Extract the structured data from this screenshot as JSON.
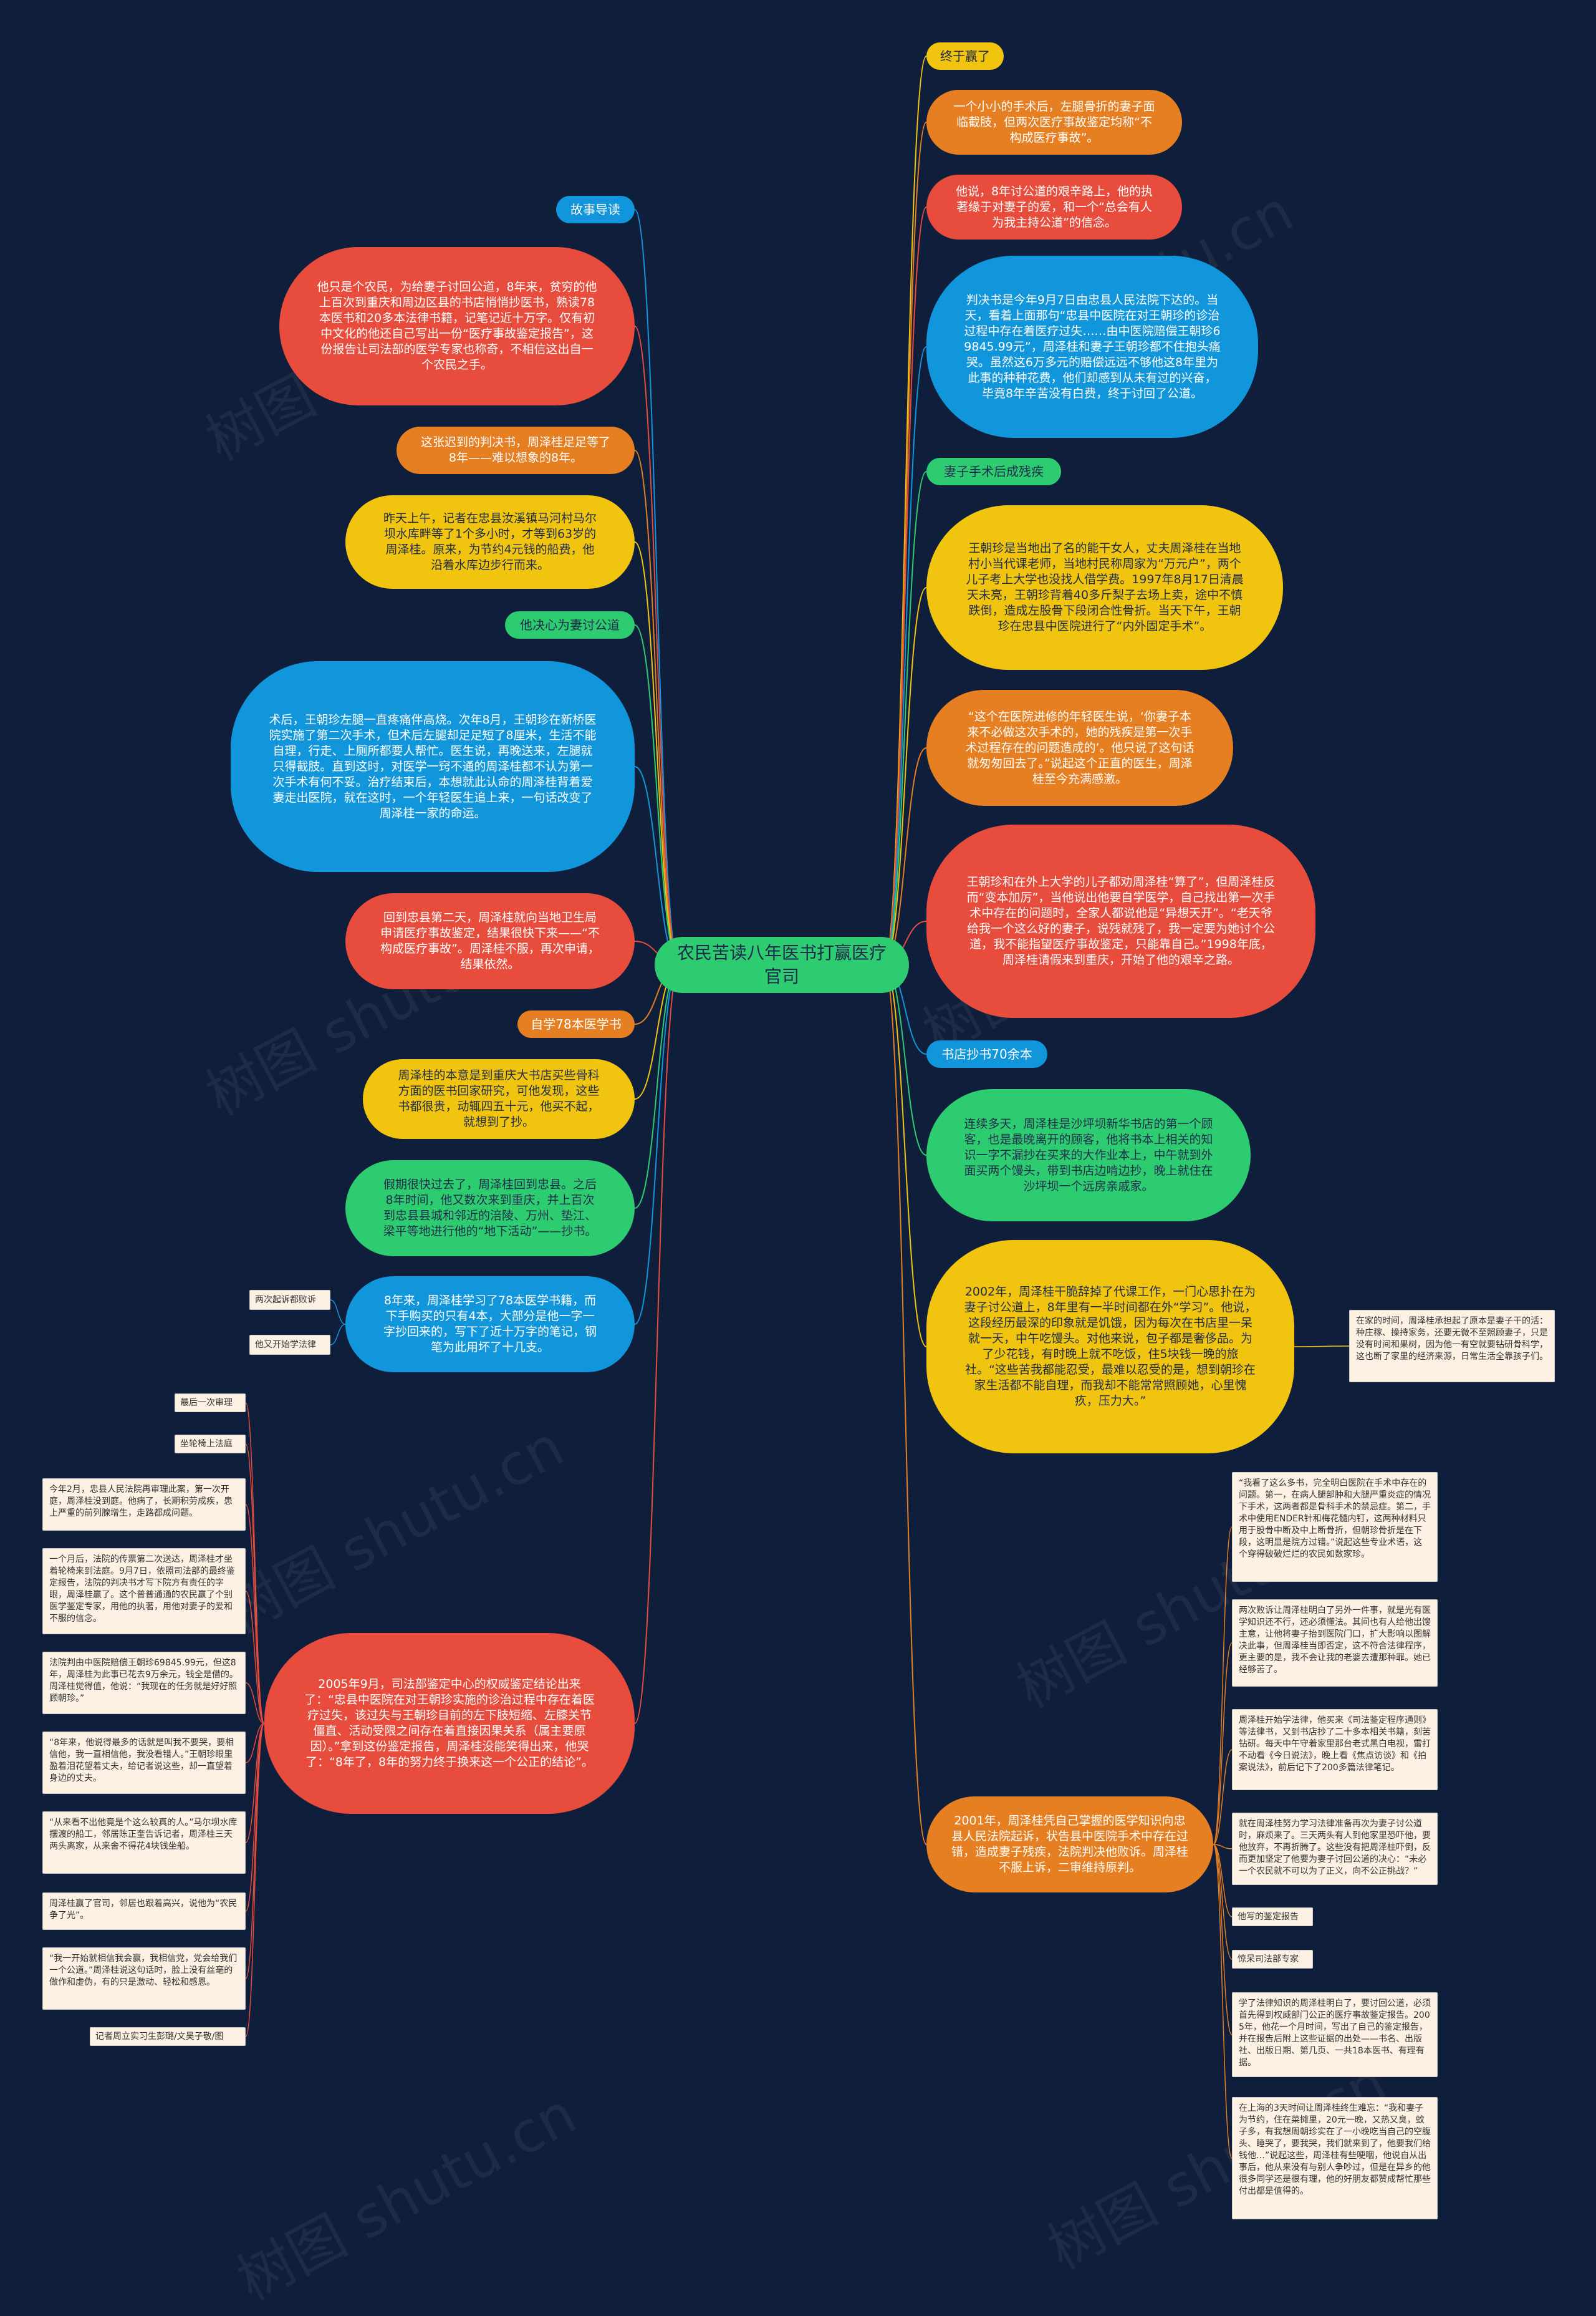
{
  "root": "农民苦读八年医书打赢医疗官司",
  "watermark": "树图 shutu.cn",
  "labels": {
    "story": "故事导读",
    "wife_disabled": "妻子手术后成残疾",
    "he_decided": "他决心为妻讨公道",
    "self_study": "自学78本医学书",
    "copy_70": "书店抄书70余本",
    "two_cases": "两次起诉都败诉",
    "study_law": "他又开始学法律",
    "final_win": "终于赢了"
  },
  "bubbles": {
    "r_final_win": "终于赢了",
    "r1": "一个小小的手术后，左腿骨折的妻子面临截肢，但两次医疗事故鉴定均称“不构成医疗事故”。",
    "r2": "他说，8年讨公道的艰辛路上，他的执著缘于对妻子的爱，和一个“总会有人为我主持公道”的信念。",
    "r3": "判决书是今年9月7日由忠县人民法院下达的。当天，看着上面那句“忠县中医院在对王朝珍的诊治过程中存在着医疗过失……由中医院赔偿王朝珍69845.99元”，周泽桂和妻子王朝珍都不住抱头痛哭。虽然这6万多元的赔偿远远不够他这8年里为此事的种种花费，他们却感到从未有过的兴奋，毕竟8年辛苦没有白费，终于讨回了公道。",
    "r4": "王朝珍是当地出了名的能干女人，丈夫周泽桂在当地村小当代课老师，当地村民称周家为“万元户”，两个儿子考上大学也没找人借学费。1997年8月17日清晨天未亮，王朝珍背着40多斤梨子去场上卖，途中不慎跌倒，造成左股骨下段闭合性骨折。当天下午，王朝珍在忠县中医院进行了“内外固定手术”。",
    "r5": "“这个在医院进修的年轻医生说，‘你妻子本来不必做这次手术的，她的残疾是第一次手术过程存在的问题造成的’。他只说了这句话就匆匆回去了。”说起这个正直的医生，周泽桂至今充满感激。",
    "r6": "王朝珍和在外上大学的儿子都劝周泽桂“算了”，但周泽桂反而“变本加厉”，当他说出他要自学医学，自己找出第一次手术中存在的问题时，全家人都说他是“异想天开”。“老天爷给我一个这么好的妻子，说残就残了，我一定要为她讨个公道，我不能指望医疗事故鉴定，只能靠自己。”1998年底，周泽桂请假来到重庆，开始了他的艰辛之路。",
    "r7": "连续多天，周泽桂是沙坪坝新华书店的第一个顾客，也是最晚离开的顾客，他将书本上相关的知识一字不漏抄在买来的大作业本上，中午就到外面买两个馒头，带到书店边啃边抄，晚上就住在沙坪坝一个远房亲戚家。",
    "r8": "2002年，周泽桂干脆辞掉了代课工作，一门心思扑在为妻子讨公道上，8年里有一半时间都在外“学习”。他说，这段经历最深的印象就是饥饿，因为每次在书店里一呆就一天，中午吃馒头。对他来说，包子都是奢侈品。为了少花钱，有时晚上就不吃饭，住5块钱一晚的旅社。“这些苦我都能忍受，最难以忍受的是，想到朝珍在家生活都不能自理，而我却不能常常照顾她，心里愧疚，压力大。”",
    "r9": "2001年，周泽桂凭自己掌握的医学知识向忠县人民法院起诉，状告县中医院手术中存在过错，造成妻子残疾，法院判决他败诉。周泽桂不服上诉，二审维持原判。",
    "l1": "他只是个农民，为给妻子讨回公道，8年来，贫穷的他上百次到重庆和周边区县的书店悄悄抄医书，熟读78本医书和20多本法律书籍，记笔记近十万字。仅有初中文化的他还自己写出一份“医疗事故鉴定报告”，这份报告让司法部的医学专家也称奇，不相信这出自一个农民之手。",
    "l2": "这张迟到的判决书，周泽桂足足等了8年——难以想象的8年。",
    "l3": "昨天上午，记者在忠县汝溪镇马河村马尔坝水库畔等了1个多小时，才等到63岁的周泽桂。原来，为节约4元钱的船费，他沿着水库边步行而来。",
    "l4": "术后，王朝珍左腿一直疼痛伴高烧。次年8月，王朝珍在新桥医院实施了第二次手术，但术后左腿却足足短了8厘米，生活不能自理，行走、上厕所都要人帮忙。医生说，再晚送来，左腿就只得截肢。直到这时，对医学一窍不通的周泽桂都不认为第一次手术有何不妥。治疗结束后，本想就此认命的周泽桂背着爱妻走出医院，就在这时，一个年轻医生追上来，一句话改变了周泽桂一家的命运。",
    "l5": "回到忠县第二天，周泽桂就向当地卫生局申请医疗事故鉴定，结果很快下来——“不构成医疗事故”。周泽桂不服，再次申请，结果依然。",
    "l6": "周泽桂的本意是到重庆大书店买些骨科方面的医书回家研究，可他发现，这些书都很贵，动辄四五十元，他买不起，就想到了抄。",
    "l7": "假期很快过去了，周泽桂回到忠县。之后8年时间，他又数次来到重庆，并上百次到忠县县城和邻近的涪陵、万州、垫江、梁平等地进行他的“地下活动”——抄书。",
    "l8": "8年来，周泽桂学习了78本医学书籍，而下手购买的只有4本，大部分是他一字一字抄回来的，写下了近十万字的笔记，钢笔为此用坏了十几支。",
    "l9": "2005年9月，司法部鉴定中心的权威鉴定结论出来了：“忠县中医院在对王朝珍实施的诊治过程中存在着医疗过失，该过失与王朝珍目前的左下肢短缩、左膝关节僵直、活动受限之间存在着直接因果关系（属主要原因）。”拿到这份鉴定报告，周泽桂没能笑得出来，他哭了：“8年了，8年的努力终于换来这一个公正的结论”。"
  },
  "notes": {
    "n_home": "在家的时间，周泽桂承担起了原本是妻子干的活：种庄稼、操持家务，还要无微不至照顾妻子，只是没有时间和果树，因为他一有空就要钻研骨科学，这也断了家里的经济来源，日常生活全靠孩子们。",
    "rn1": "“我看了这么多书，完全明白医院在手术中存在的问题。第一，在病人腿部肿和大腿严重炎症的情况下手术，这两者都是骨科手术的禁忌症。第二，手术中使用ENDER针和梅花髓内钉，这两种材料只用于股骨中断及中上断骨折，但朝珍骨折是在下段，这明显是院方过错。”说起这些专业术语，这个穿得破破烂烂的农民如数家珍。",
    "rn2": "两次败诉让周泽桂明白了另外一件事，就是光有医学知识还不行，还必须懂法。其间也有人给他出馊主意，让他将妻子抬到医院门口，扩大影响以图解决此事，但周泽桂当即否定，这不符合法律程序，更主要的是，我不会让我的老婆去遭那种罪。她已经够苦了。",
    "rn3": "周泽桂开始学法律，他买来《司法鉴定程序通则》等法律书，又到书店抄了二十多本相关书籍，刻苦钻研。每天中午守着家里那台老式黑白电视，雷打不动看《今日说法》，晚上看《焦点访谈》和《拍案说法》，前后记下了200多篇法律笔记。",
    "rn4": "就在周泽桂努力学习法律准备再次为妻子讨公道时，麻烦来了。三天两头有人到他家里恐吓他，要他放弃，不再折腾了。这些没有把周泽桂吓倒，反而更加坚定了他要为妻子讨回公道的决心：“未必一个农民就不可以为了正义，向不公正挑战？”",
    "rn5": "他写的鉴定报告",
    "rn6": "惊呆司法部专家",
    "rn7": "学了法律知识的周泽桂明白了，要讨回公道，必须首先得到权威部门公正的医疗事故鉴定报告。2005年，他花一个月时间，写出了自己的鉴定报告，并在报告后附上这些证据的出处——书名、出版社、出版日期、第几页、一共18本医书、有理有据。",
    "rn8": "在上海的3天时间让周泽桂终生难忘：“我和妻子为节约，住在菜摊里，20元一晚，又热又臭，蚊子多，有我想周朝珍实在了一小晚吃当自己的空腹头、睡哭了，要我哭，我们就来到了，他要我们给钱他…”说起这些，周泽桂有些哽咽，他说自从出事后，他从来没有与别人争吵过，但是在异乡的他很多同学还是很有理，他的好朋友都赞成帮忙那些付出都是值得的。",
    "ln1": "最后一次审理",
    "ln2": "坐轮椅上法庭",
    "ln3": "今年2月，忠县人民法院再审理此案，第一次开庭，周泽桂没到庭。他病了，长期积劳成疾，患上严重的前列腺增生，走路都成问题。",
    "ln4": "一个月后，法院的传票第二次送达，周泽桂才坐着轮椅来到法庭。9月7日，依照司法部的最终鉴定报告，法院的判决书才写下院方有责任的字眼，周泽桂赢了。这个普普通通的农民赢了个别医学鉴定专家，用他的执著，用他对妻子的爱和不服的信念。",
    "ln5": "法院判由中医院赔偿王朝珍69845.99元，但这8年，周泽桂为此事已花去9万余元，钱全是借的。周泽桂觉得值，他说：“我现在的任务就是好好照顾朝珍。”",
    "ln6": "“8年来，他说得最多的话就是叫我不要哭，要相信他，我一直相信他，我没看错人。”王朝珍眼里盈着泪花望着丈夫，给记者说这些，却一直望着身边的丈夫。",
    "ln7": "“从来看不出他竟是个这么较真的人。”马尔坝水库摆渡的船工，邻居陈正奎告诉记者，周泽桂三天两头离家，从来舍不得花4块钱坐船。",
    "ln8": "周泽桂赢了官司，邻居也跟着高兴，说他为“农民争了光”。",
    "ln9": "“我一开始就相信我会赢，我相信党，党会给我们一个公道。”周泽桂说这句话时，脸上没有丝毫的做作和虚伪，有的只是激动、轻松和感恩。",
    "ln10": "记者周立实习生彭璐/文吴子敬/图"
  }
}
